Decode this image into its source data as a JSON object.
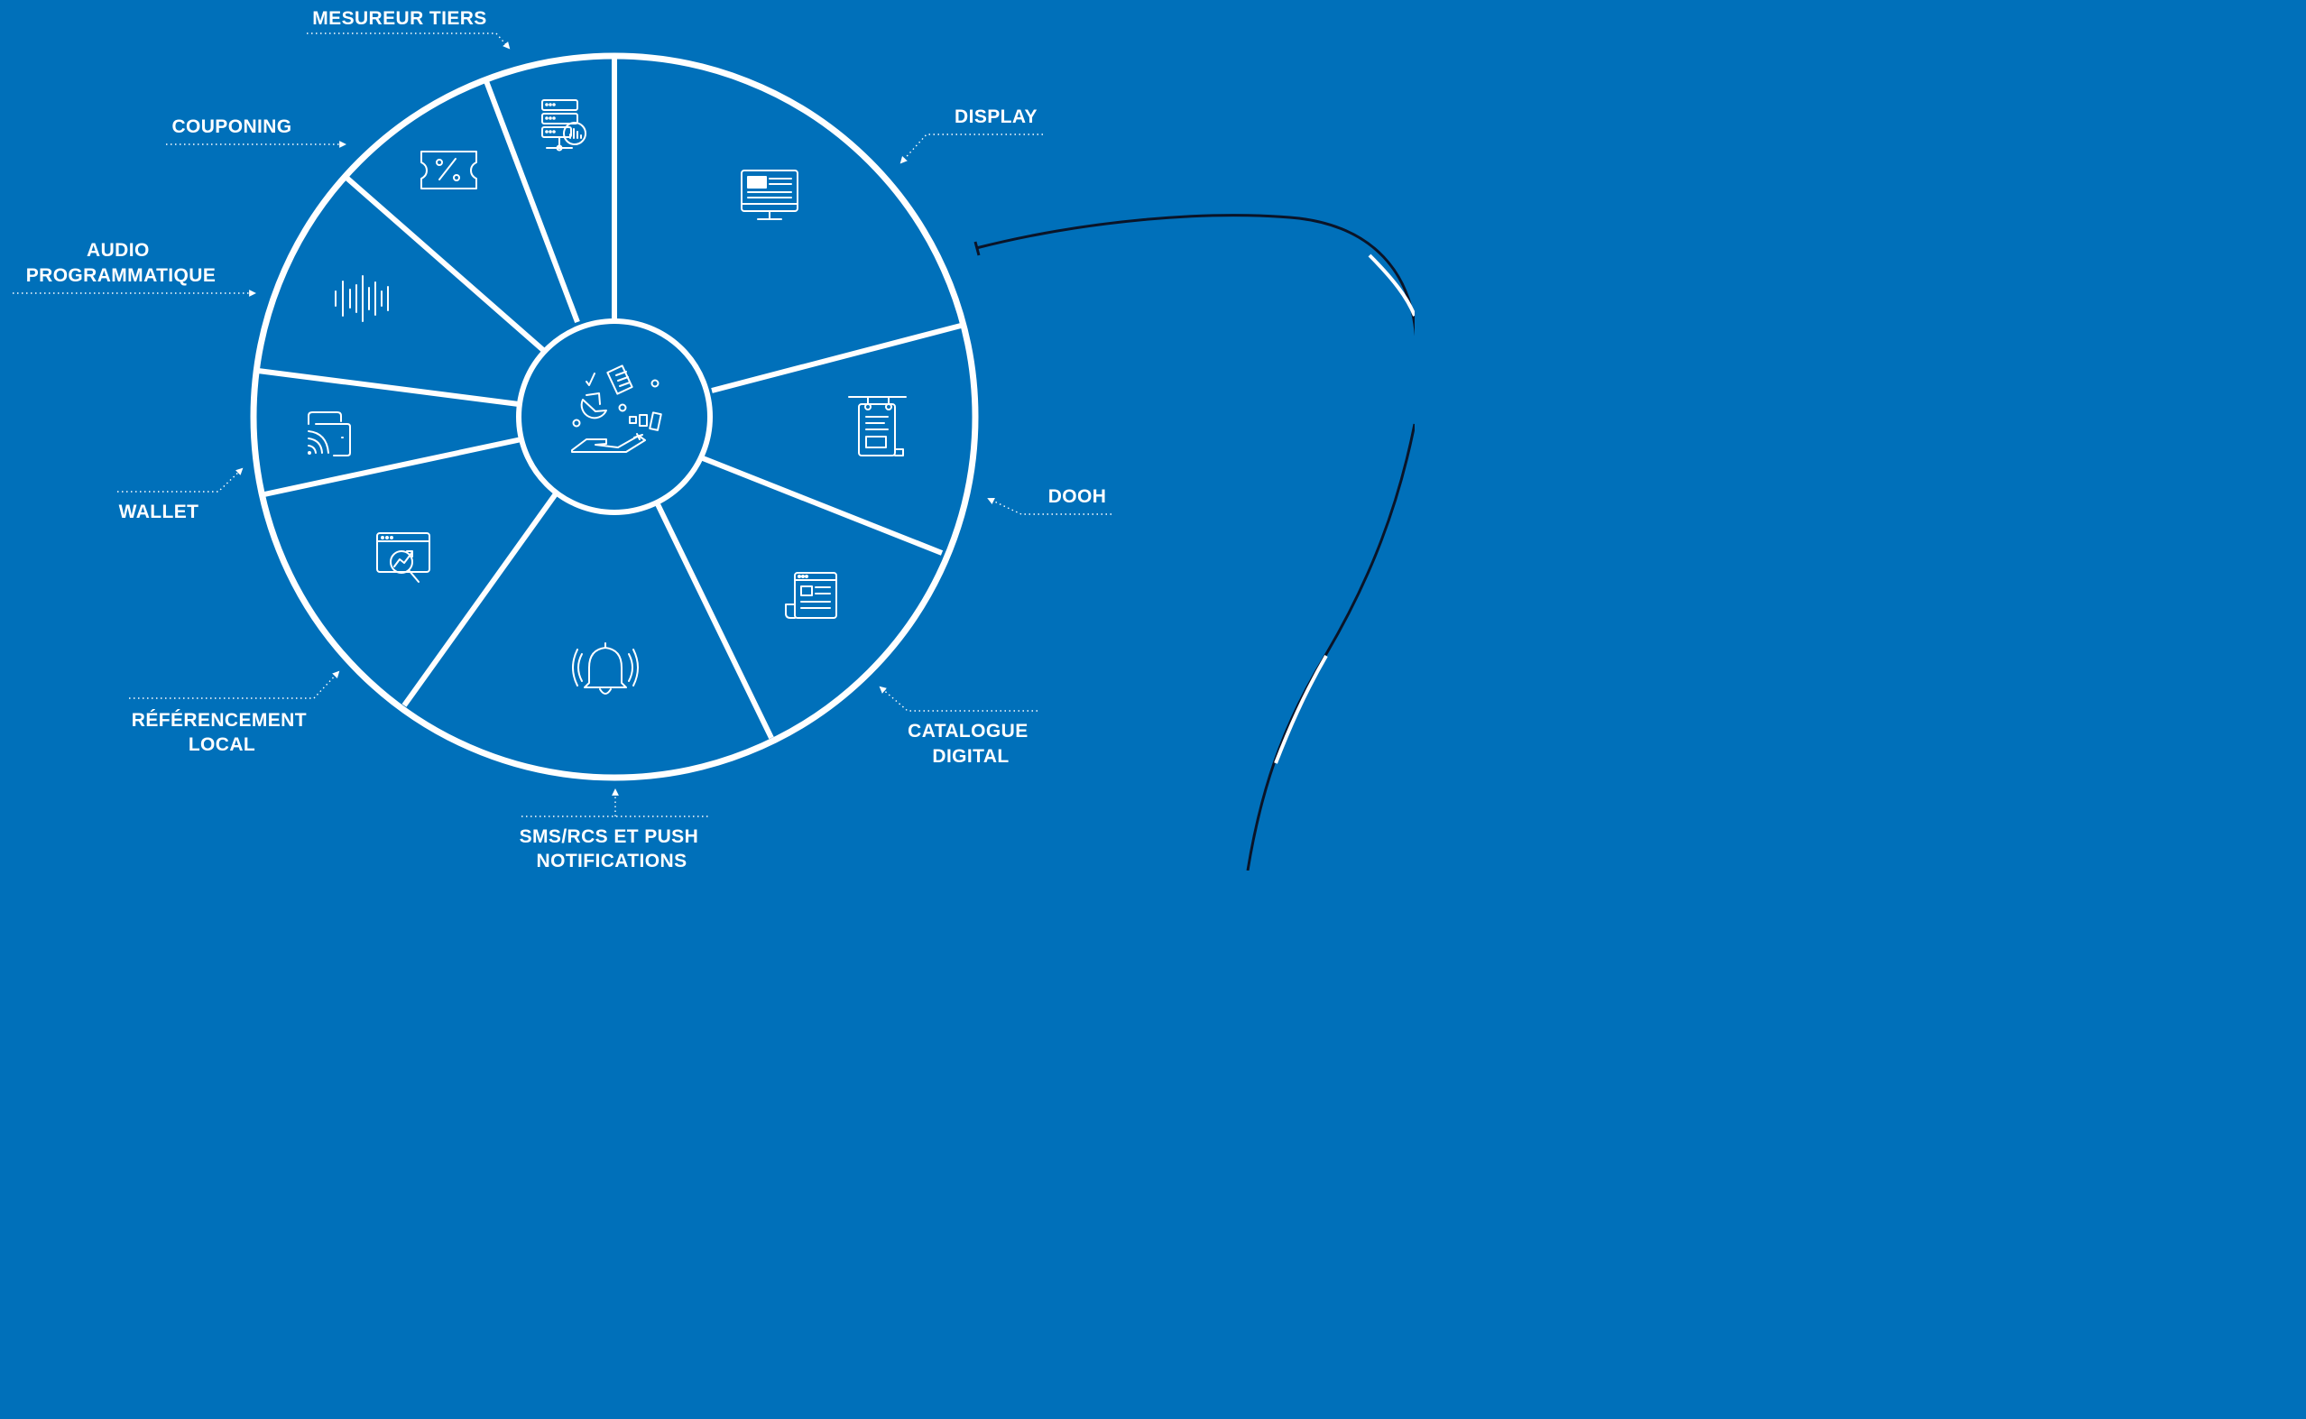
{
  "diagram": {
    "center_icon": "hand-holding-analytics-icon",
    "segments": [
      {
        "id": "display",
        "lines": [
          "DISPLAY"
        ],
        "icon": "monitor-icon"
      },
      {
        "id": "dooh",
        "lines": [
          "DOOH"
        ],
        "icon": "hanging-signboard-icon"
      },
      {
        "id": "catalogue-digital",
        "lines": [
          "CATALOGUE",
          "DIGITAL"
        ],
        "icon": "catalog-page-icon"
      },
      {
        "id": "sms-rcs-push",
        "lines": [
          "SMS/RCS ET PUSH",
          "NOTIFICATIONS"
        ],
        "icon": "bell-icon"
      },
      {
        "id": "referencement-local",
        "lines": [
          "RÉFÉRENCEMENT",
          "LOCAL"
        ],
        "icon": "analytics-search-icon"
      },
      {
        "id": "wallet",
        "lines": [
          "WALLET"
        ],
        "icon": "contactless-wallet-icon"
      },
      {
        "id": "audio-programmatique",
        "lines": [
          "AUDIO",
          "PROGRAMMATIQUE"
        ],
        "icon": "sound-wave-icon"
      },
      {
        "id": "couponing",
        "lines": [
          "COUPONING"
        ],
        "icon": "percent-ticket-icon"
      },
      {
        "id": "mesureur-tiers",
        "lines": [
          "MESUREUR TIERS"
        ],
        "icon": "server-stats-icon"
      }
    ]
  },
  "colors": {
    "background": "#0070BA",
    "foreground": "#FFFFFF",
    "curve": "#0A1428"
  }
}
